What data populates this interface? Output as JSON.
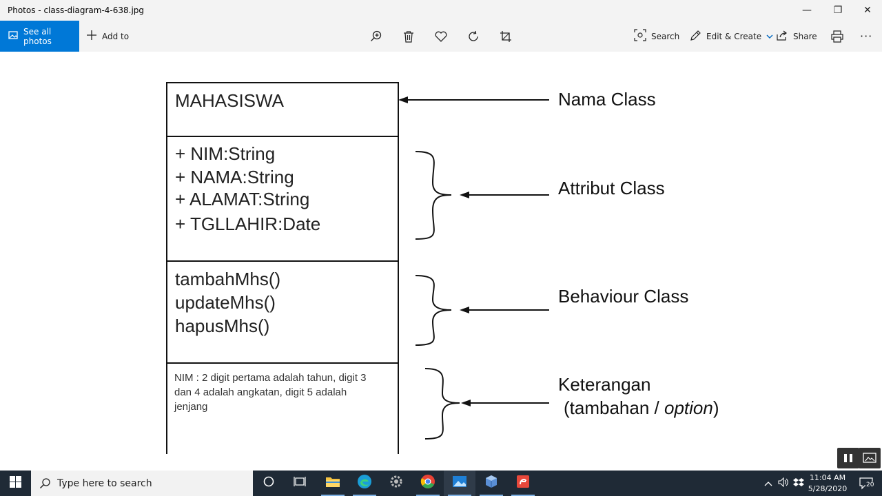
{
  "window": {
    "title": "Photos - class-diagram-4-638.jpg",
    "minimize_glyph": "—",
    "restore_glyph": "❐",
    "close_glyph": "✕"
  },
  "toolbar": {
    "see_all_photos": "See all photos",
    "add_to": "Add to",
    "search": "Search",
    "edit_create": "Edit & Create",
    "share": "Share",
    "more_glyph": "···",
    "accent": "#0078d7",
    "icons": [
      "zoom-in-icon",
      "delete-icon",
      "favorite-icon",
      "rotate-icon",
      "crop-icon",
      "print-icon"
    ]
  },
  "diagram": {
    "class_name": "MAHASISWA",
    "attributes": [
      "+ NIM:String",
      "+ NAMA:String",
      "+ ALAMAT:String",
      "+ TGLLAHIR:Date"
    ],
    "methods": [
      "tambahMhs()",
      "updateMhs()",
      "hapusMhs()"
    ],
    "note": "NIM : 2 digit pertama adalah tahun, digit 3 dan 4  adalah angkatan, digit 5 adalah jenjang",
    "labels": {
      "nama_class": "Nama Class",
      "attribut_class": "Attribut Class",
      "behaviour_class": "Behaviour Class",
      "keterangan_line1": "Keterangan",
      "keterangan_prefix": "(tambahan / ",
      "keterangan_italic": "option",
      "keterangan_suffix": ")"
    }
  },
  "taskbar": {
    "search_placeholder": "Type here to search",
    "time": "11:04 AM",
    "date": "5/28/2020",
    "notification_count": "20",
    "background": "#1f2a36"
  }
}
